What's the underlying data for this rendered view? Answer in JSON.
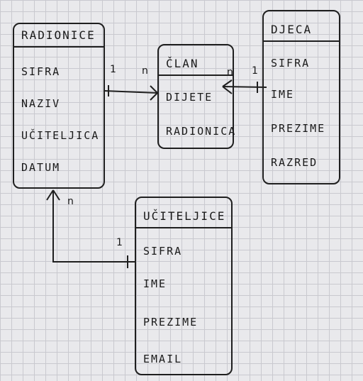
{
  "entities": {
    "radionice": {
      "title": "RADIONICE",
      "attrs": [
        "SIFRA",
        "NAZIV",
        "UČITELJICA",
        "DATUM"
      ]
    },
    "clan": {
      "title": "ČLAN",
      "attrs": [
        "DIJETE",
        "RADIONICA"
      ]
    },
    "djeca": {
      "title": "DJECA",
      "attrs": [
        "SIFRA",
        "IME",
        "PREZIME",
        "RAZRED"
      ]
    },
    "uciteljice": {
      "title": "UČITELJICE",
      "attrs": [
        "SIFRA",
        "IME",
        "PREZIME",
        "EMAIL"
      ]
    }
  },
  "cardinalities": {
    "radionice_clan_left": "1",
    "radionice_clan_right": "n",
    "clan_djeca_left": "n",
    "clan_djeca_right": "1",
    "radionice_uciteljice_top": "n",
    "radionice_uciteljice_bottom": "1"
  }
}
